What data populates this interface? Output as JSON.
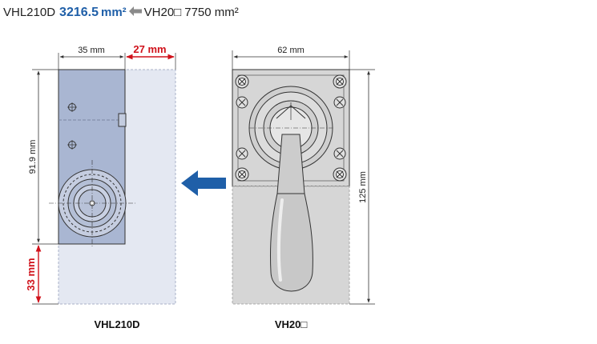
{
  "header": {
    "model_a": "VHL210D",
    "area_a": "3216.5",
    "unit_a": "mm²",
    "model_b": "VH20□",
    "area_b": "7750 mm²"
  },
  "vhl210d": {
    "name": "VHL210D",
    "width_dim": "35 mm",
    "saved_width_dim": "27 mm",
    "height_dim": "91.9 mm",
    "saved_height_dim": "33 mm"
  },
  "vh20": {
    "name": "VH20□",
    "width_dim": "62 mm",
    "height_dim": "125 mm"
  },
  "colors": {
    "accent_red": "#d0121b",
    "arrow_blue": "#1f5fa8",
    "body_blue": "#a9b6d2",
    "ghost_fill": "#e4e8f2",
    "vh20_fill": "#d6d6d6"
  }
}
